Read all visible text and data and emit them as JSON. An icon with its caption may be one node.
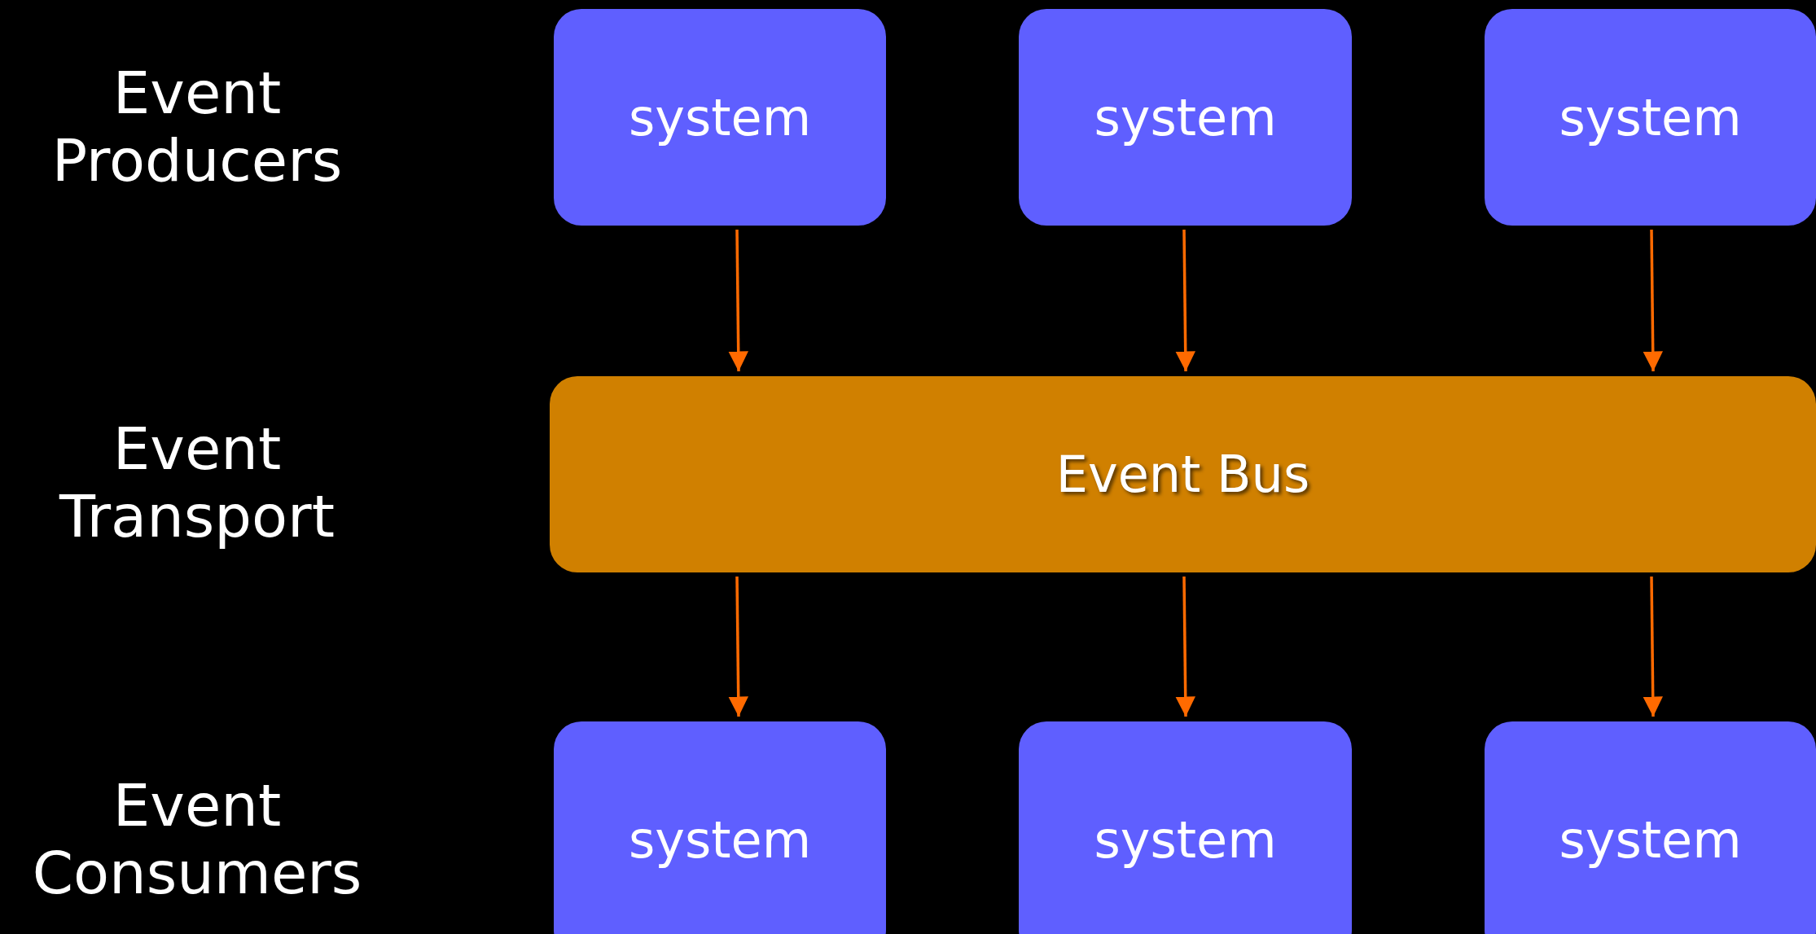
{
  "diagram": {
    "nodes": [
      {
        "text": [
          "system"
        ]
      },
      {
        "text": [
          "system"
        ]
      },
      {
        "text": [
          "system"
        ]
      },
      {
        "text": [
          "Event Bus"
        ]
      },
      {
        "text": [
          "system"
        ]
      },
      {
        "text": [
          "system"
        ]
      },
      {
        "text": [
          "system"
        ]
      }
    ],
    "edges": [
      {
        "from": 0,
        "to": 3,
        "arrow": "to"
      },
      {
        "from": 1,
        "to": 3,
        "arrow": "to"
      },
      {
        "from": 2,
        "to": 3,
        "arrow": "to"
      },
      {
        "from": 3,
        "to": 4,
        "arrow": "to"
      },
      {
        "from": 3,
        "to": 5,
        "arrow": "to"
      },
      {
        "from": 3,
        "to": 6,
        "arrow": "to"
      }
    ],
    "labels": [
      "Event Producers",
      "Event Transport",
      "Event Consumers"
    ]
  }
}
